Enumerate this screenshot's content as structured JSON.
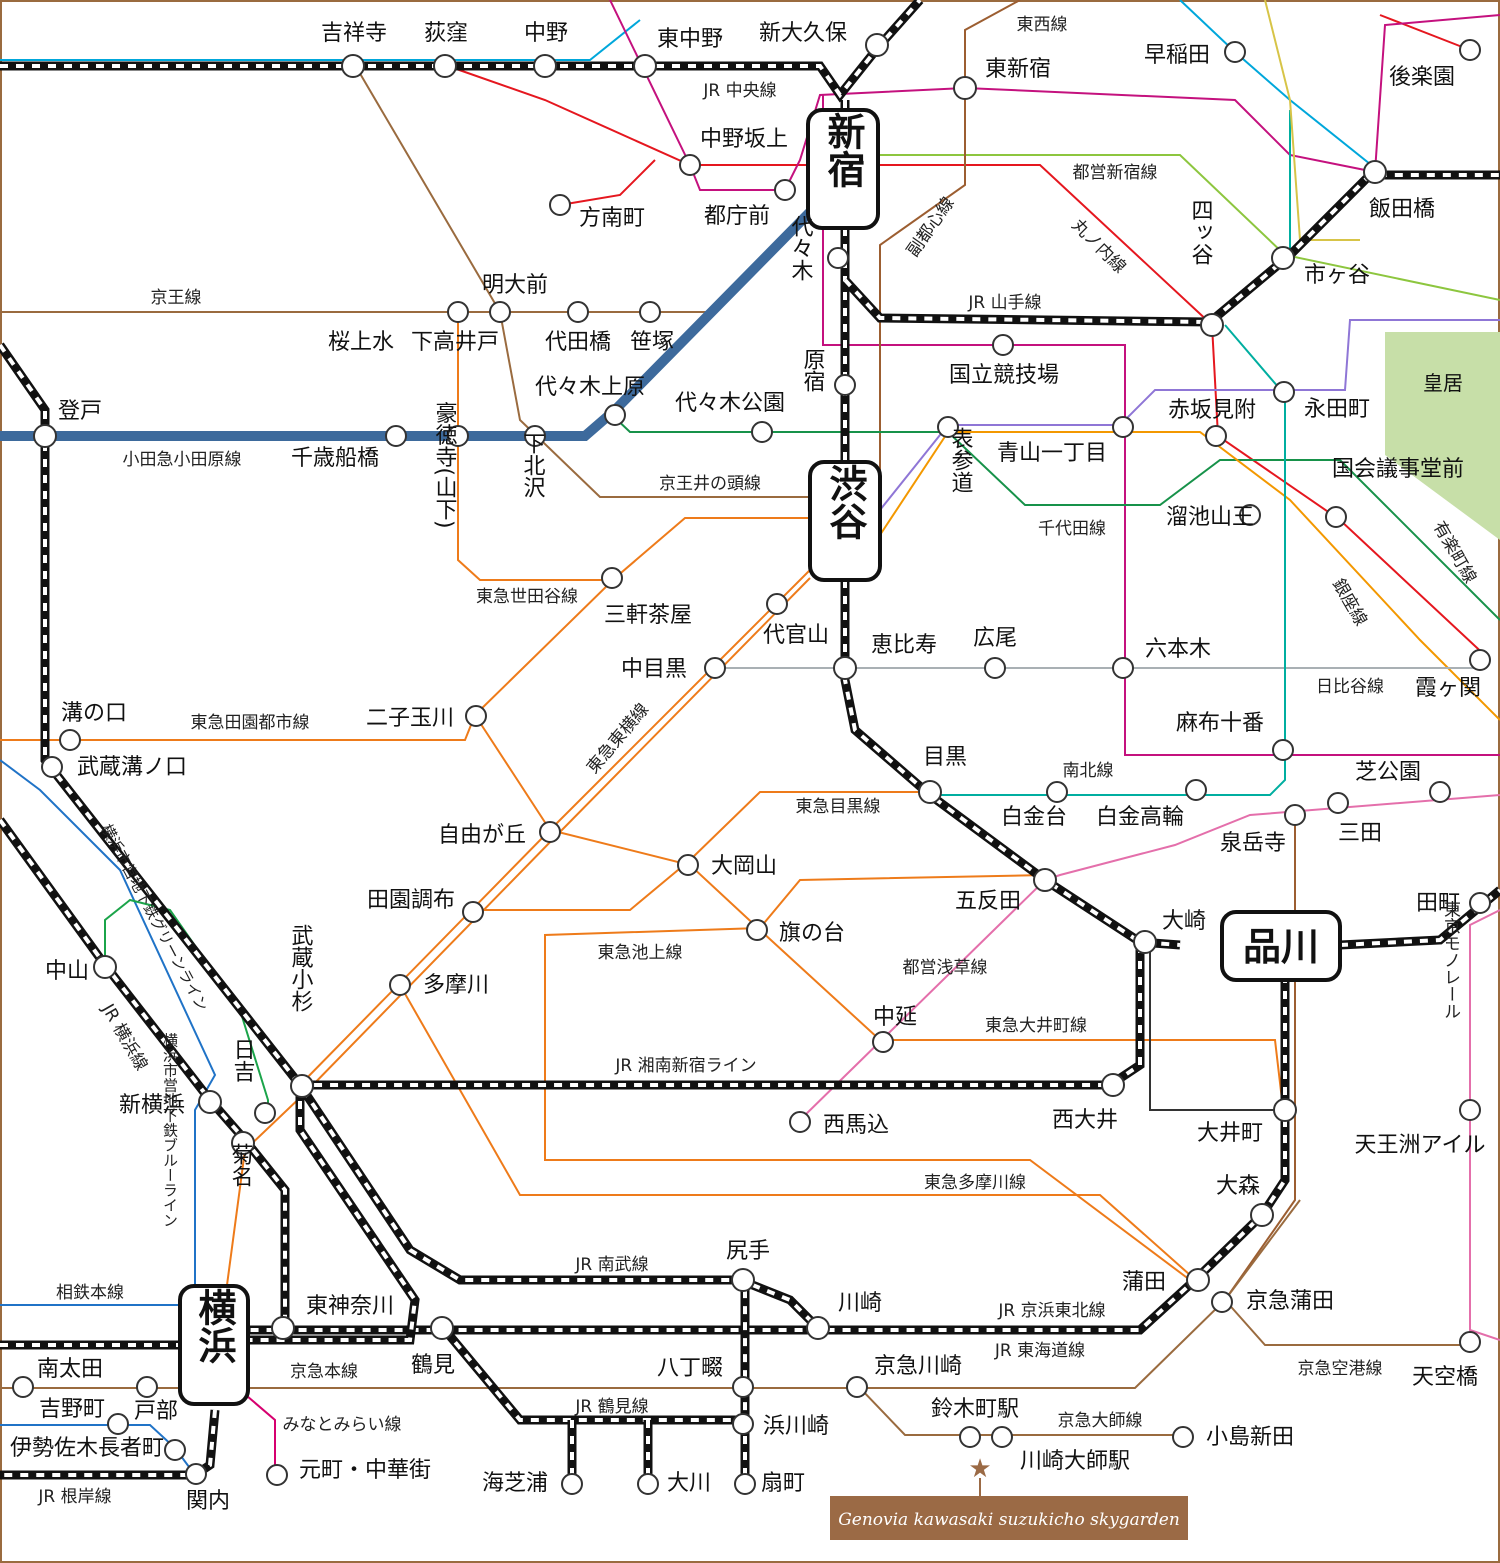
{
  "colors": {
    "jr": "#111111",
    "odakyu": "#3d6a9c",
    "keio": "#9a6b3f",
    "chuo_metro_red": "#e5171f",
    "toei_oedo": "#c4117e",
    "tokyu": "#ee7b1a",
    "chiyoda": "#17924a",
    "hanzomon": "#8f76d6",
    "ginza": "#f39800",
    "hibiya": "#a9b0b4",
    "namboku": "#00aea0",
    "toei_shinjuku": "#8dc63f",
    "tozai": "#00a7db",
    "yurakucho": "#d7c447",
    "fukutoshin": "#9c5e31",
    "minatomirai": "#d6006f",
    "blue_line": "#2073c7",
    "green_line": "#1ba44a",
    "monorail": "#e46fab",
    "imperial_palace": "#c7dfa8",
    "banner": "#9b6a45",
    "star": "#9b6a45"
  },
  "hubs": [
    {
      "id": "shinjuku",
      "label": "新宿"
    },
    {
      "id": "shibuya",
      "label": "渋谷"
    },
    {
      "id": "shinagawa",
      "label": "品川"
    },
    {
      "id": "yokohama",
      "label": "横浜"
    }
  ],
  "stations": [
    "吉祥寺",
    "荻窪",
    "中野",
    "東中野",
    "新大久保",
    "東新宿",
    "早稲田",
    "後楽園",
    "中野坂上",
    "方南町",
    "都庁前",
    "飯田橋",
    "四ッ谷",
    "市ヶ谷",
    "明大前",
    "桜上水",
    "下高井戸",
    "代田橋",
    "笹塚",
    "代々木",
    "代々木上原",
    "代々木公園",
    "原宿",
    "登戸",
    "千歳船橋",
    "豪徳寺(山下)",
    "下北沢",
    "国立競技場",
    "赤坂見附",
    "永田町",
    "青山一丁目",
    "表参道",
    "溜池山王",
    "国会議事堂前",
    "三軒茶屋",
    "代官山",
    "恵比寿",
    "広尾",
    "六本木",
    "中目黒",
    "霞ヶ関",
    "溝の口",
    "二子玉川",
    "武蔵溝ノ口",
    "麻布十番",
    "目黒",
    "芝公園",
    "白金台",
    "白金高輪",
    "三田",
    "泉岳寺",
    "自由が丘",
    "大岡山",
    "田園調布",
    "五反田",
    "田町",
    "大崎",
    "旗の台",
    "中山",
    "多摩川",
    "中延",
    "武蔵小杉",
    "日吉",
    "新横浜",
    "西馬込",
    "西大井",
    "大井町",
    "天王洲アイル",
    "菊名",
    "大森",
    "尻手",
    "蒲田",
    "京急蒲田",
    "東神奈川",
    "川崎",
    "鶴見",
    "八丁畷",
    "京急川崎",
    "南太田",
    "吉野町",
    "戸部",
    "浜川崎",
    "伊勢佐木長者町",
    "鈴木町駅",
    "小島新田",
    "川崎大師駅",
    "元町・中華街",
    "関内",
    "海芝浦",
    "大川",
    "扇町",
    "天空橋"
  ],
  "lines": [
    "東西線",
    "JR 中央線",
    "都営新宿線",
    "副都心線",
    "丸ノ内線",
    "京王線",
    "JR 山手線",
    "小田急小田原線",
    "京王井の頭線",
    "東急世田谷線",
    "千代田線",
    "有楽町線",
    "銀座線",
    "東急東横線",
    "東急田園都市線",
    "日比谷線",
    "南北線",
    "東急目黒線",
    "東急池上線",
    "都営浅草線",
    "東京モノレール",
    "東急大井町線",
    "横浜市営地下鉄グリーンライン",
    "JR 横浜線",
    "JR 湘南新宿ライン",
    "横浜市営地下鉄ブルーライン",
    "東急多摩川線",
    "JR 南武線",
    "相鉄本線",
    "JR 京浜東北線",
    "JR 東海道線",
    "京急本線",
    "京急空港線",
    "JR 鶴見線",
    "京急大師線",
    "みなとみらい線",
    "JR 根岸線"
  ],
  "area_labels": {
    "palace": "皇居"
  },
  "banner": {
    "text": "Genovia kawasaki suzukicho skygarden"
  }
}
